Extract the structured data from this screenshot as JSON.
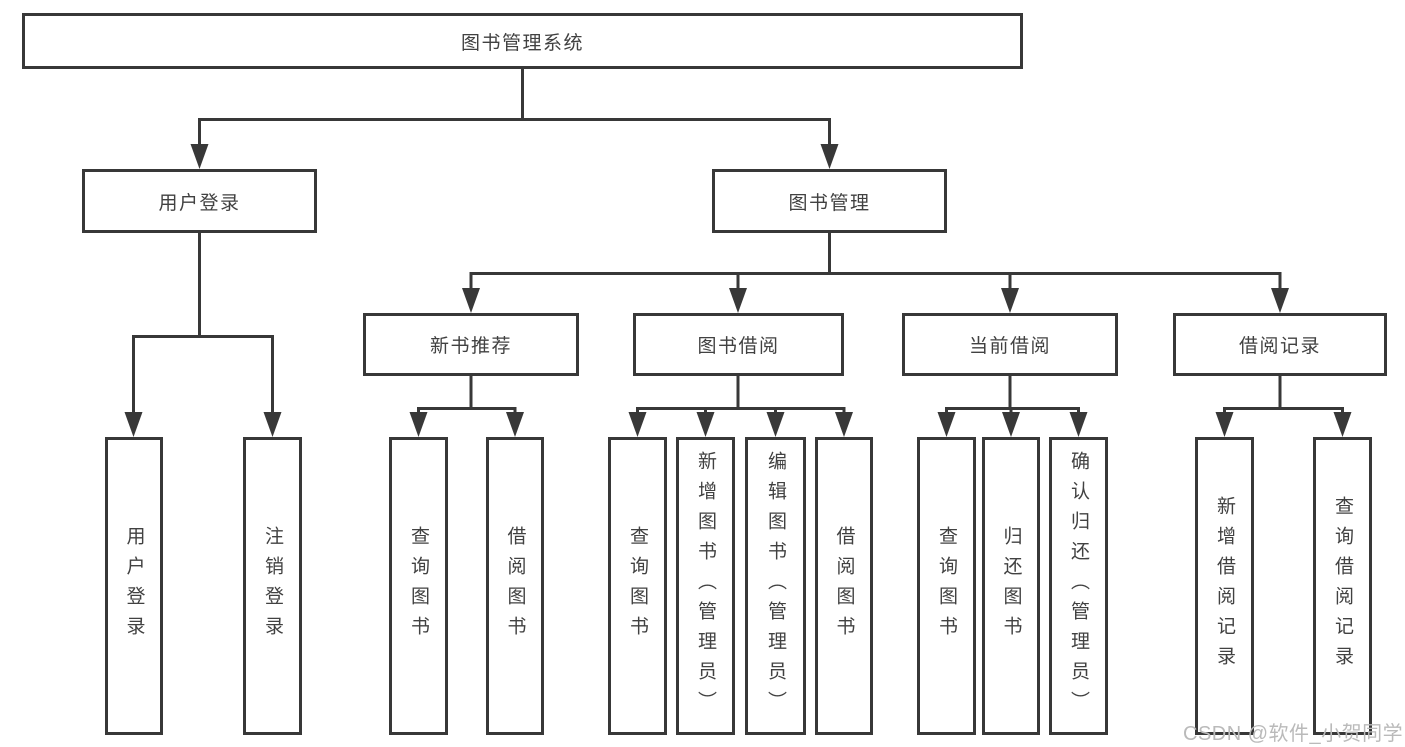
{
  "tree": {
    "root": {
      "label": "图书管理系统"
    },
    "branches": [
      {
        "label": "用户登录",
        "children": [
          {
            "label": "用户登录"
          },
          {
            "label": "注销登录"
          }
        ]
      },
      {
        "label": "图书管理",
        "children": [
          {
            "label": "新书推荐",
            "children": [
              {
                "label": "查询图书"
              },
              {
                "label": "借阅图书"
              }
            ]
          },
          {
            "label": "图书借阅",
            "children": [
              {
                "label": "查询图书"
              },
              {
                "label": "新增图书（管理员）"
              },
              {
                "label": "编辑图书（管理员）"
              },
              {
                "label": "借阅图书"
              }
            ]
          },
          {
            "label": "当前借阅",
            "children": [
              {
                "label": "查询图书"
              },
              {
                "label": "归还图书"
              },
              {
                "label": "确认归还（管理员）"
              }
            ]
          },
          {
            "label": "借阅记录",
            "children": [
              {
                "label": "新增借阅记录"
              },
              {
                "label": "查询借阅记录"
              }
            ]
          }
        ]
      }
    ]
  },
  "watermark": {
    "text": "CSDN @软件_小贺同学"
  },
  "colors": {
    "line": "#383838",
    "text": "#414141",
    "watermark": "#bababa",
    "background": "#ffffff"
  }
}
